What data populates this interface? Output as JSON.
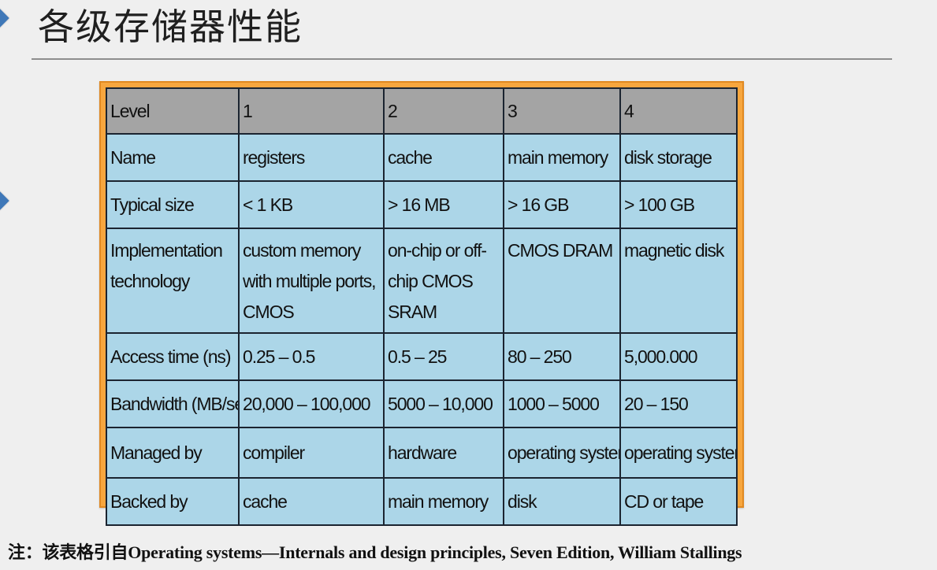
{
  "title": "各级存储器性能",
  "table": {
    "header": [
      "Level",
      "1",
      "2",
      "3",
      "4"
    ],
    "rows": [
      [
        "Name",
        "registers",
        "cache",
        "main memory",
        "disk storage"
      ],
      [
        "Typical size",
        "< 1 KB",
        "> 16 MB",
        "> 16 GB",
        "> 100 GB"
      ],
      [
        "Implementation technology",
        "custom memory with multiple ports, CMOS",
        "on-chip or off-chip CMOS SRAM",
        "CMOS DRAM",
        "magnetic disk"
      ],
      [
        "Access time (ns)",
        "0.25 – 0.5",
        "0.5 – 25",
        "80 – 250",
        "5,000.000"
      ],
      [
        "Bandwidth (MB/sec)",
        "20,000 – 100,000",
        "5000 – 10,000",
        "1000 – 5000",
        "20 – 150"
      ],
      [
        "Managed by",
        "compiler",
        "hardware",
        "operating system",
        "operating system"
      ],
      [
        "Backed by",
        "cache",
        "main memory",
        "disk",
        "CD or tape"
      ]
    ]
  },
  "footnote": "注：该表格引自Operating systems—Internals and design principles, Seven Edition, William Stallings",
  "colors": {
    "table_cell": "#acd6e8",
    "table_header": "#a4a4a4",
    "frame": "#f7a63e",
    "marker": "#3f78b8"
  }
}
